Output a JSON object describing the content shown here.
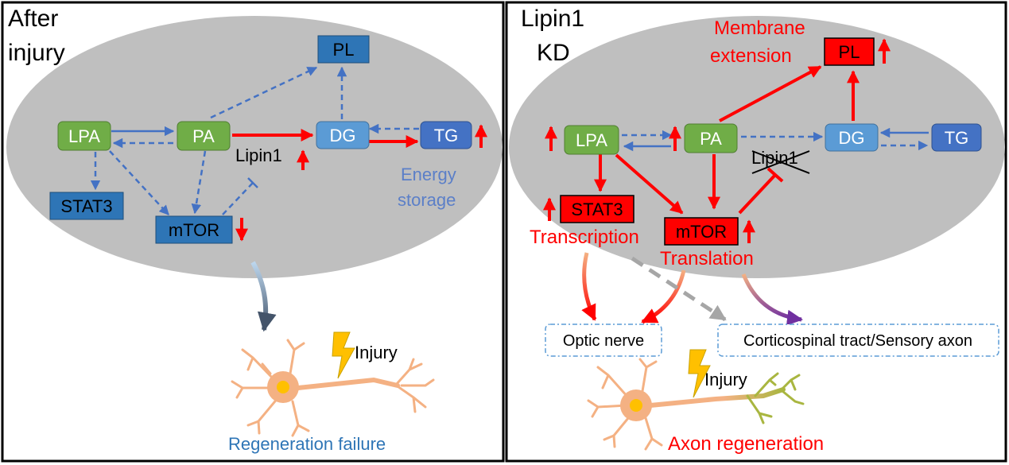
{
  "left": {
    "title_line1": "After",
    "title_line2": "injury",
    "nodes": {
      "pl": "PL",
      "lpa": "LPA",
      "pa": "PA",
      "dg": "DG",
      "tg": "TG",
      "stat3": "STAT3",
      "mtor": "mTOR"
    },
    "lipin1": "Lipin1",
    "energy_line1": "Energy",
    "energy_line2": "storage",
    "injury": "Injury",
    "outcome": "Regeneration failure"
  },
  "right": {
    "title_line1": "Lipin1",
    "title_line2": "KD",
    "membrane_line1": "Membrane",
    "membrane_line2": "extension",
    "nodes": {
      "pl": "PL",
      "lpa": "LPA",
      "pa": "PA",
      "dg": "DG",
      "tg": "TG",
      "stat3": "STAT3",
      "mtor": "mTOR"
    },
    "lipin1": "Lipin1",
    "transcription": "Transcription",
    "translation": "Translation",
    "optic_nerve": "Optic nerve",
    "corticospinal": "Corticospinal tract/Sensory axon",
    "injury": "Injury",
    "outcome": "Axon regeneration"
  },
  "colors": {
    "green": "#70ad47",
    "blue_light": "#5b9bd5",
    "blue_mid": "#4472c4",
    "blue_dark": "#2e75b6",
    "red": "#ff0000",
    "gray": "#bfbfbf"
  }
}
